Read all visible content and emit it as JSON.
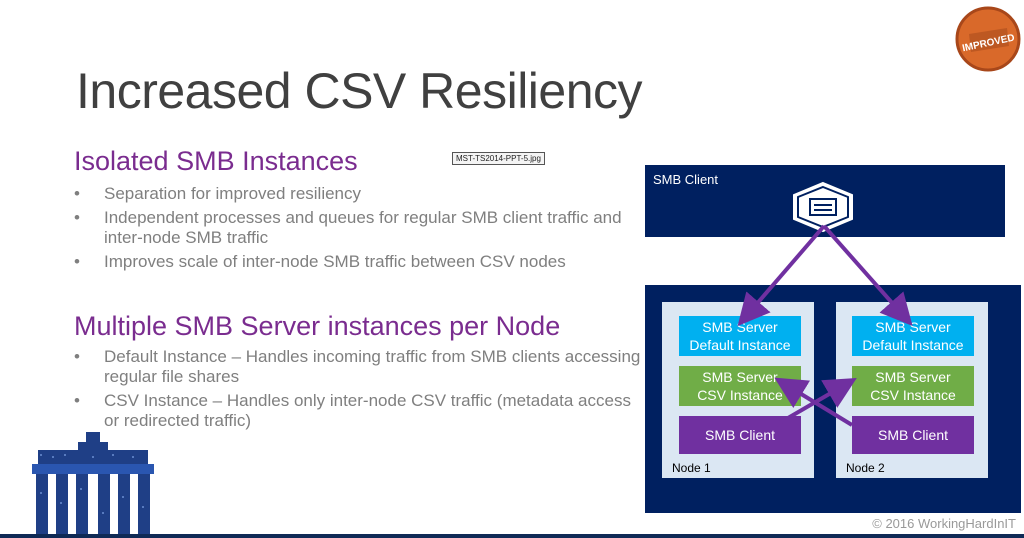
{
  "slide": {
    "title": "Increased CSV Resiliency",
    "badge_text": "IMPROVED",
    "tooltip": "MST-TS2014-PPT-5.jpg",
    "copyright": "© 2016 WorkingHardInIT"
  },
  "sections": [
    {
      "heading": "Isolated SMB Instances",
      "bullets": [
        "Separation for improved resiliency",
        "Independent processes and queues for regular SMB client traffic and inter-node SMB traffic",
        "Improves scale of inter-node SMB traffic between CSV nodes"
      ]
    },
    {
      "heading": "Multiple SMB Server instances per Node",
      "bullets": [
        "Default Instance – Handles incoming traffic from SMB clients accessing regular file shares",
        "CSV Instance – Handles only inter-node CSV traffic (metadata access or redirected traffic)"
      ]
    }
  ],
  "diagram": {
    "client_label": "SMB Client",
    "nodes": [
      {
        "label": "Node 1",
        "default_line1": "SMB Server",
        "default_line2": "Default Instance",
        "csv_line1": "SMB Server",
        "csv_line2": "CSV Instance",
        "client": "SMB Client"
      },
      {
        "label": "Node 2",
        "default_line1": "SMB Server",
        "default_line2": "Default Instance",
        "csv_line1": "SMB Server",
        "csv_line2": "CSV Instance",
        "client": "SMB Client"
      }
    ]
  },
  "colors": {
    "navy": "#002060",
    "cyan": "#00b0f0",
    "green": "#70ad47",
    "purple": "#7030a0",
    "heading_purple": "#7a2c8f"
  }
}
